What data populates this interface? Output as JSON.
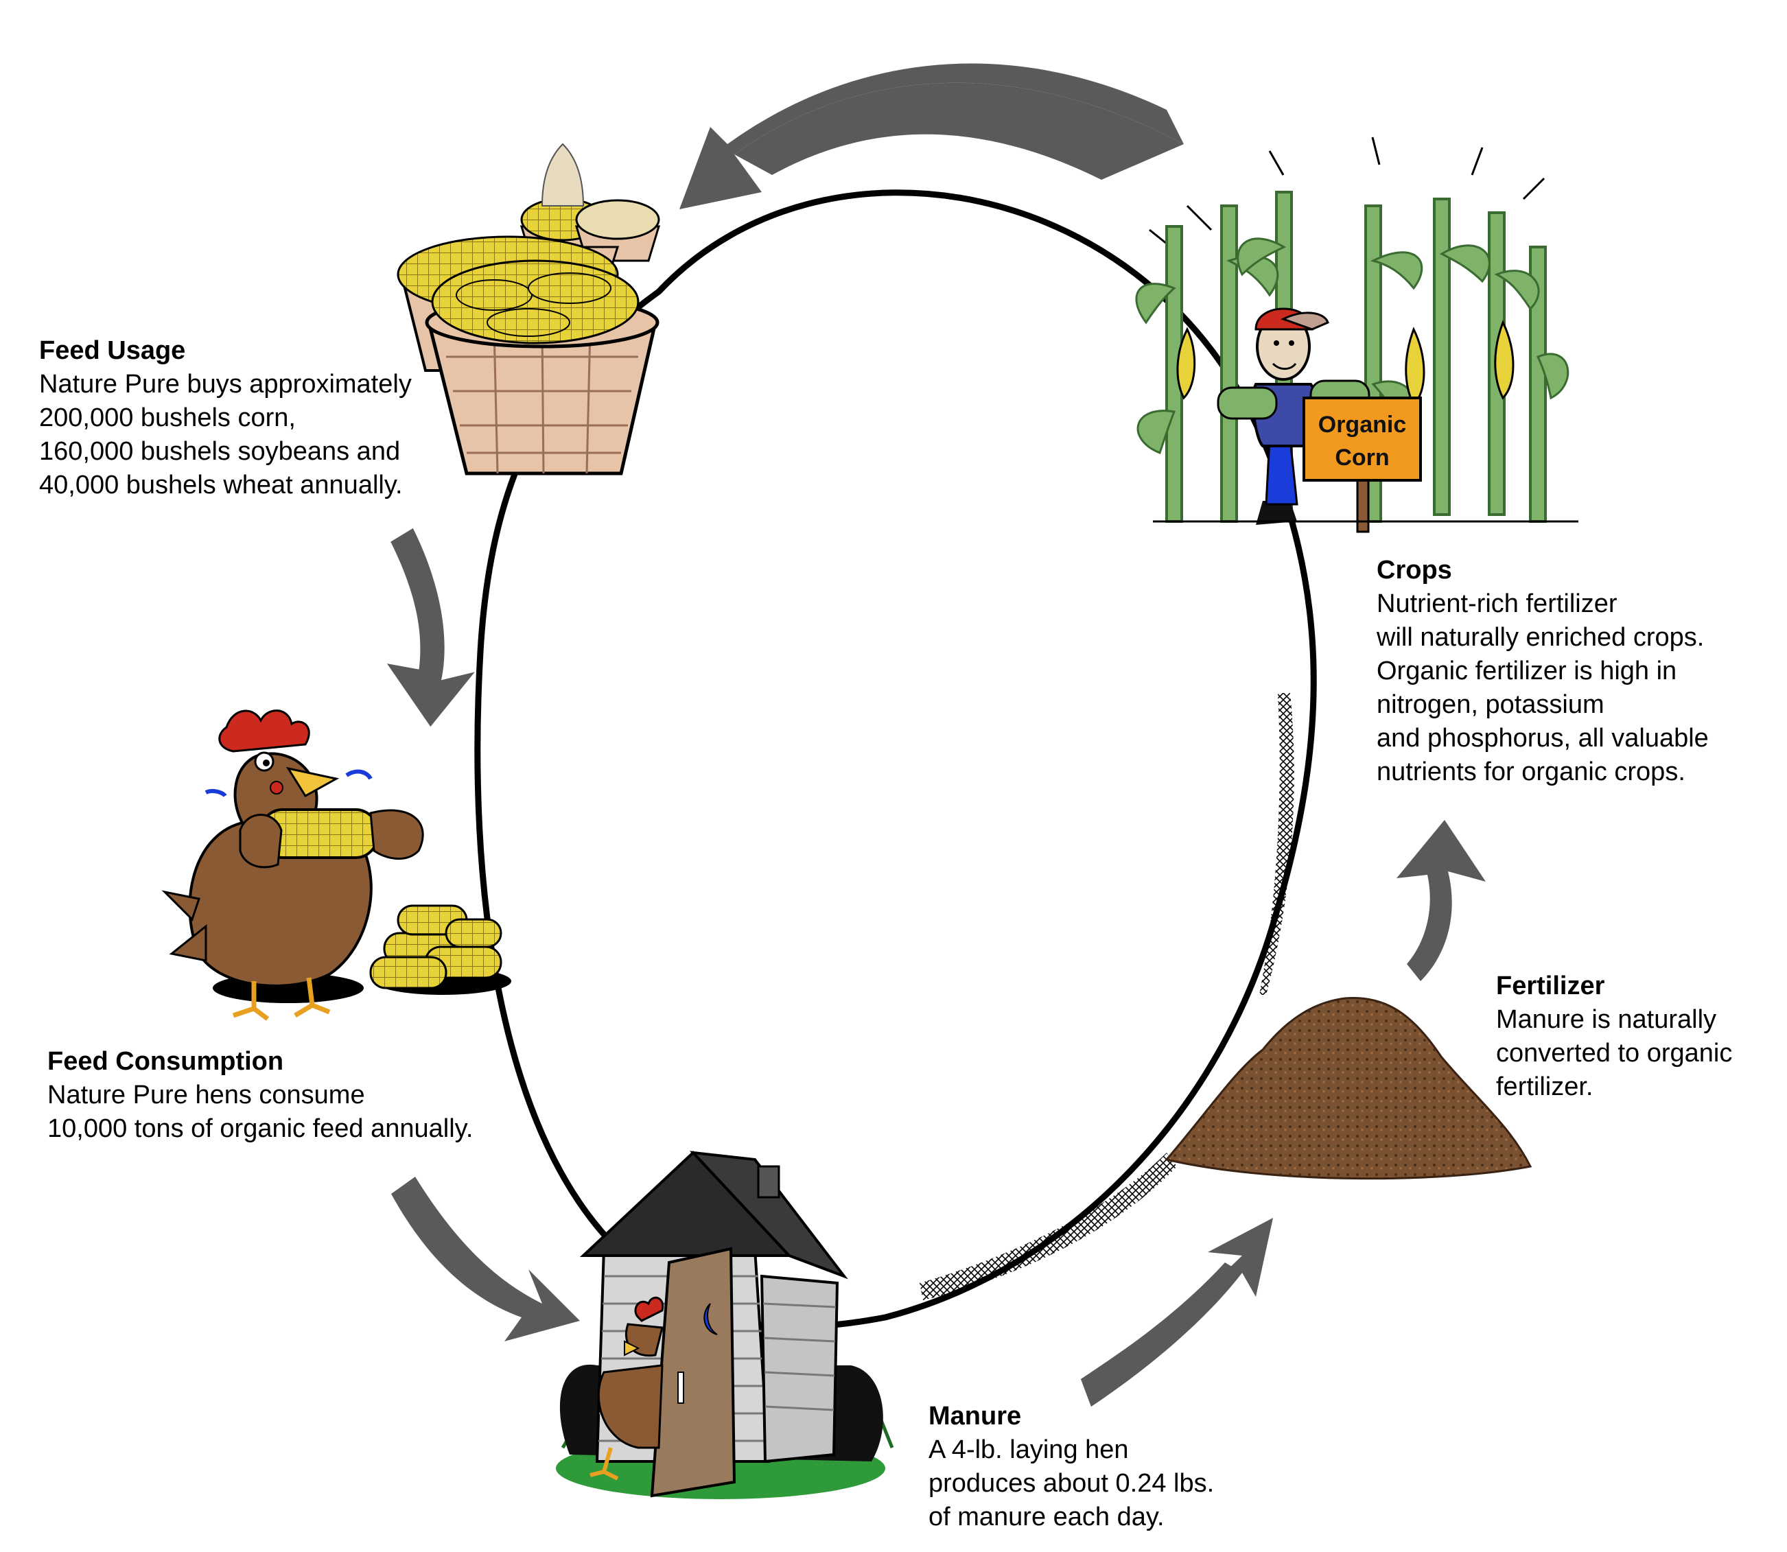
{
  "stages": {
    "feed_usage": {
      "title": "Feed Usage",
      "lines": [
        "Nature Pure buys approximately",
        "200,000 bushels corn,",
        "160,000 bushels soybeans and",
        "40,000 bushels wheat annually."
      ]
    },
    "feed_consumption": {
      "title": "Feed Consumption",
      "lines": [
        "Nature Pure hens consume",
        "10,000 tons of organic feed annually."
      ]
    },
    "manure": {
      "title": "Manure",
      "lines": [
        "A 4-lb. laying hen",
        "produces about 0.24 lbs.",
        "of manure each day."
      ]
    },
    "fertilizer": {
      "title": "Fertilizer",
      "lines": [
        "Manure is naturally",
        "converted to organic",
        "fertilizer."
      ]
    },
    "crops": {
      "title": "Crops",
      "lines": [
        "Nutrient-rich fertilizer",
        "will naturally enriched crops.",
        "Organic fertilizer is high in",
        "nitrogen, potassium",
        "and phosphorus, all valuable",
        "nutrients for organic crops."
      ]
    }
  },
  "sign": {
    "line1": "Organic",
    "line2": "Corn"
  },
  "colors": {
    "arrow": "#5a5a5a",
    "cycle": "#000000",
    "corn": "#e8d23a",
    "basket": "#e7c3a8",
    "hen": "#8a5a34",
    "comb": "#cc2a1e",
    "manure": "#7a5232",
    "stalk": "#7fb36a",
    "sign": "#f29a1f",
    "shirt": "#3d4aa8",
    "grass": "#2f9a3a"
  }
}
